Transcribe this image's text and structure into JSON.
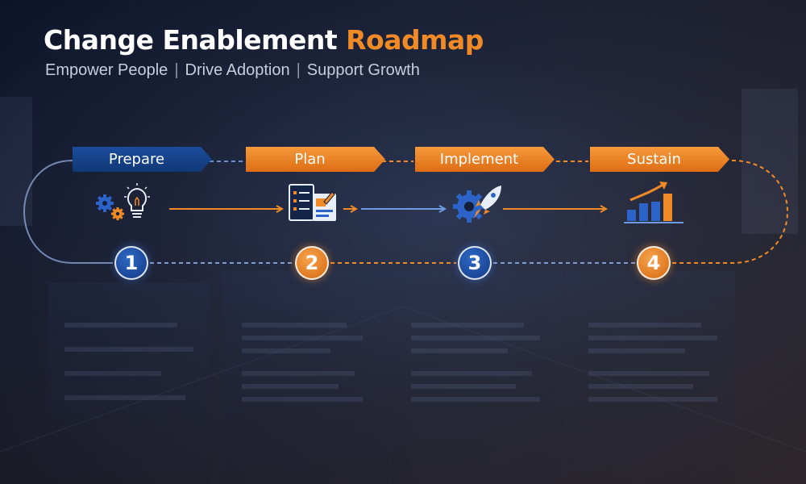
{
  "title": {
    "main": "Change Enablement",
    "accent": "Roadmap"
  },
  "subtitle": {
    "part1": "Empower People",
    "part2": "Drive Adoption",
    "part3": "Support Growth",
    "separator": "|"
  },
  "colors": {
    "blue": "#1a4a99",
    "orange": "#f08a26",
    "background": "#141f3a"
  },
  "stages": [
    {
      "label": "Prepare",
      "number": "1",
      "color": "blue",
      "icon": "gears-lightbulb-icon"
    },
    {
      "label": "Plan",
      "number": "2",
      "color": "orange",
      "icon": "checklist-document-icon"
    },
    {
      "label": "Implement",
      "number": "3",
      "color": "blue",
      "icon": "gear-rocket-icon"
    },
    {
      "label": "Sustain",
      "number": "4",
      "color": "orange",
      "icon": "growth-bar-chart-icon"
    }
  ]
}
